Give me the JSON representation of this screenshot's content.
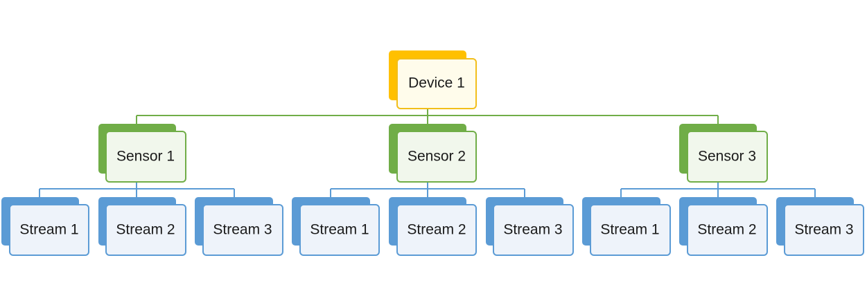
{
  "root": {
    "label": "Device 1"
  },
  "sensors": [
    {
      "label": "Sensor 1",
      "streams": [
        {
          "label": "Stream 1"
        },
        {
          "label": "Stream 2"
        },
        {
          "label": "Stream 3"
        }
      ]
    },
    {
      "label": "Sensor 2",
      "streams": [
        {
          "label": "Stream 1"
        },
        {
          "label": "Stream 2"
        },
        {
          "label": "Stream 3"
        }
      ]
    },
    {
      "label": "Sensor 3",
      "streams": [
        {
          "label": "Stream 1"
        },
        {
          "label": "Stream 2"
        },
        {
          "label": "Stream 3"
        }
      ]
    }
  ],
  "colors": {
    "device_back": "#FFC000",
    "device_front": "#FFFCEB",
    "device_border": "#F2BE1A",
    "sensor_back": "#70AD47",
    "sensor_front": "#F1F7EC",
    "sensor_border": "#70AD47",
    "stream_back": "#5B9BD5",
    "stream_front": "#EEF3FA",
    "stream_border": "#5B9BD5",
    "connector_top": "#70AD47",
    "connector_bottom": "#5B9BD5"
  }
}
